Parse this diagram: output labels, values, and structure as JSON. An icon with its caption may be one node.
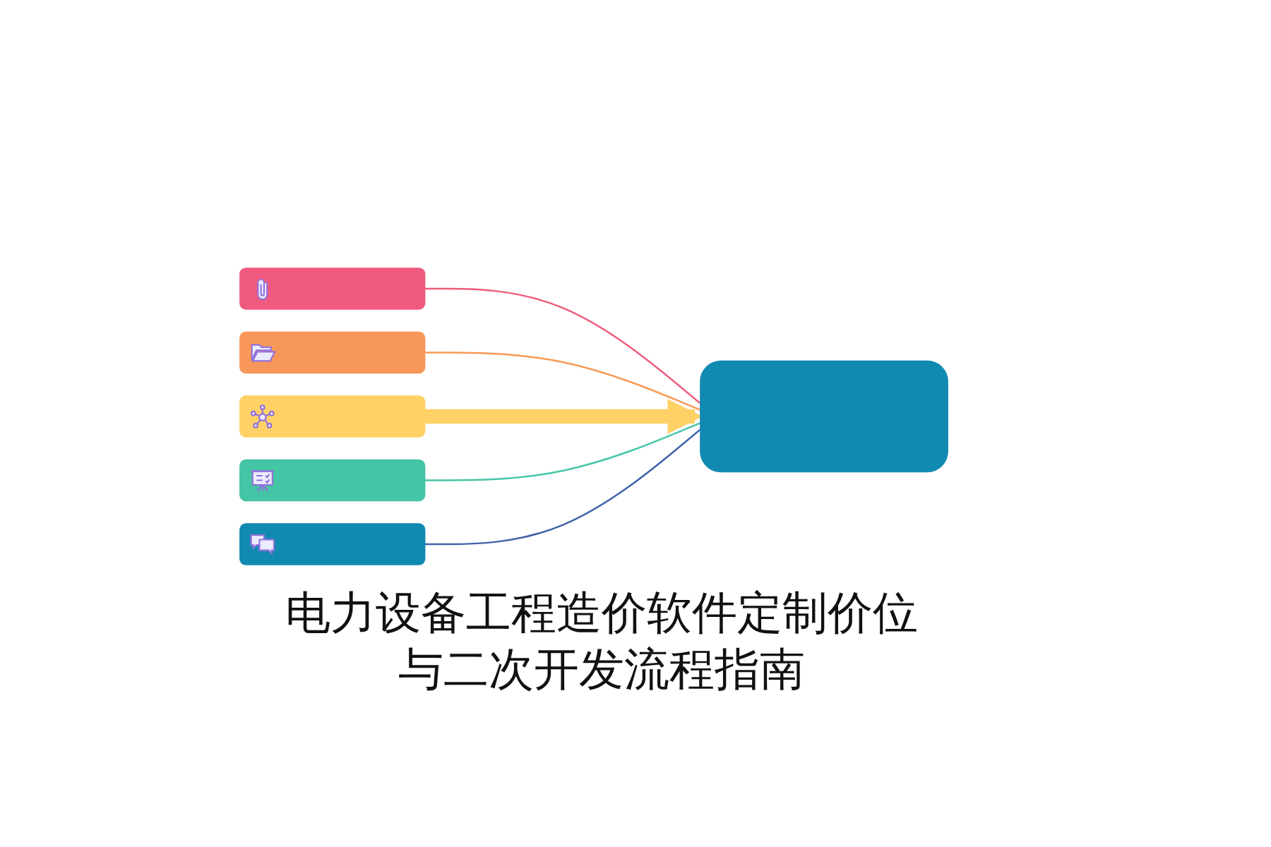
{
  "diagram": {
    "title": "电力设备工程造价软件定制价位与二次开发流程指南",
    "nodes": [
      {
        "text": [],
        "shape": "box"
      },
      {
        "text": [],
        "shape": "box"
      },
      {
        "text": [],
        "shape": "box"
      },
      {
        "text": [],
        "shape": "box"
      },
      {
        "text": [],
        "shape": "box"
      },
      {
        "text": [],
        "shape": "box"
      }
    ],
    "edges": [
      {
        "from": 0,
        "to": 5,
        "arrow": "none",
        "color": "#ef5b7b"
      },
      {
        "from": 1,
        "to": 5,
        "arrow": "none",
        "color": "#f89a56"
      },
      {
        "from": 2,
        "to": 5,
        "arrow": "to",
        "style": "thick",
        "color": "#ffd166"
      },
      {
        "from": 3,
        "to": 5,
        "arrow": "none",
        "color": "#45c6a7"
      },
      {
        "from": 4,
        "to": 5,
        "arrow": "none",
        "color": "#3e62a8"
      }
    ]
  }
}
